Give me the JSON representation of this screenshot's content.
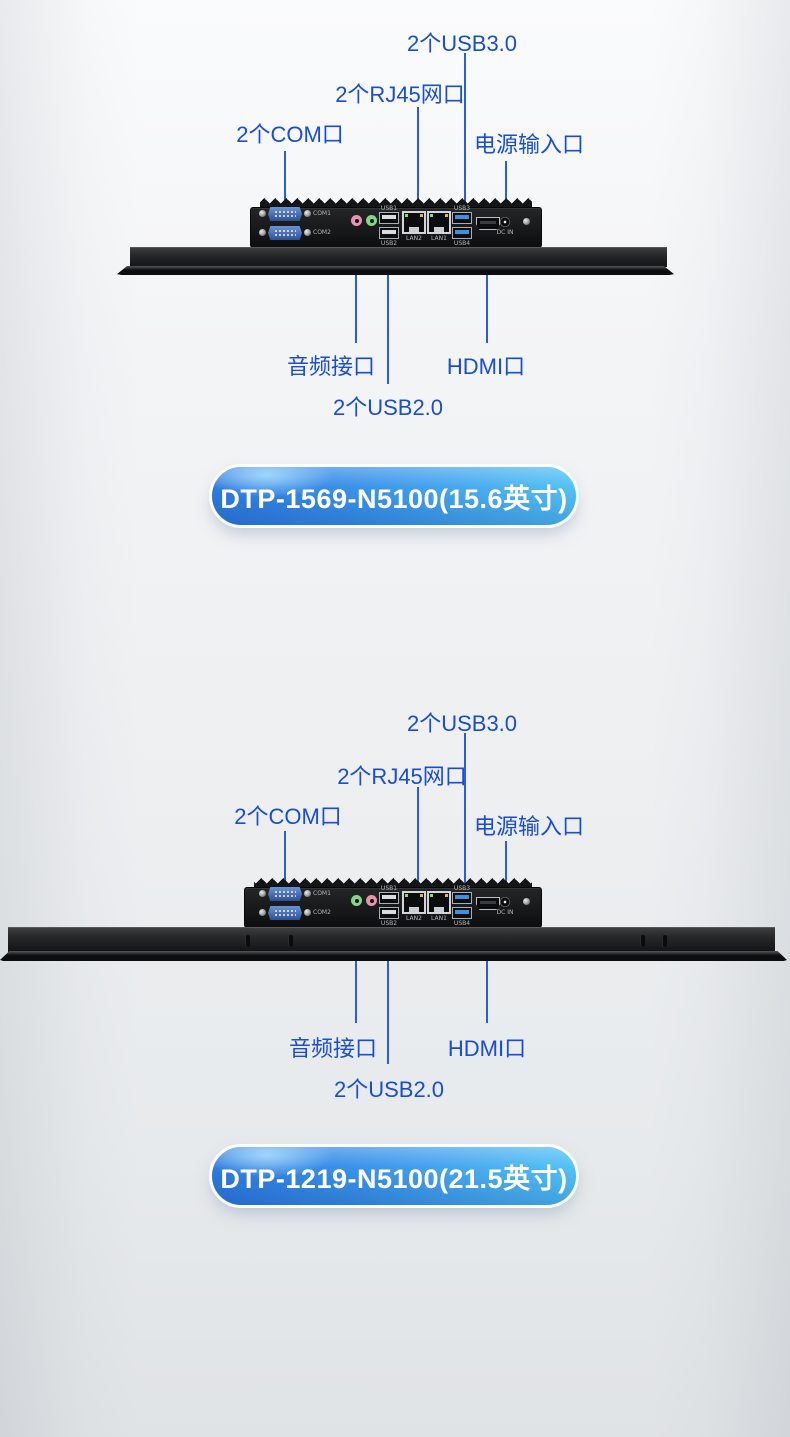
{
  "colors": {
    "annotation_text": "#1a4dd3",
    "leader_line": "#2b5ddb",
    "pill_gradient_left": "#2e7ade",
    "pill_gradient_right": "#55c4f6",
    "pill_text": "#ffffff",
    "chassis_black": "#0d0e0f",
    "usb3_tongue_blue": "#3e8fdd",
    "audio_jack_pink": "#e993ad",
    "audio_jack_green": "#84d489",
    "com_connector_blue": "#3f6fbe"
  },
  "devices": [
    {
      "model": "DTP-1569-N5100(15.6英寸)",
      "annotations": {
        "usb3": "2个USB3.0",
        "rj45": "2个RJ45网口",
        "com": "2个COM口",
        "power": "电源输入口",
        "audio": "音频接口",
        "usb2": "2个USB2.0",
        "hdmi": "HDMI口"
      },
      "port_labels": {
        "com1": "COM1",
        "com2": "COM2",
        "usb1": "USB1",
        "usb2": "USB2",
        "lan2": "LAN2",
        "lan1": "LAN1",
        "usb3": "USB3",
        "usb4": "USB4",
        "dcin": "DC IN"
      }
    },
    {
      "model": "DTP-1219-N5100(21.5英寸)",
      "annotations": {
        "usb3": "2个USB3.0",
        "rj45": "2个RJ45网口",
        "com": "2个COM口",
        "power": "电源输入口",
        "audio": "音频接口",
        "usb2": "2个USB2.0",
        "hdmi": "HDMI口"
      },
      "port_labels": {
        "com1": "COM1",
        "com2": "COM2",
        "usb1": "USB1",
        "usb2": "USB2",
        "lan2": "LAN2",
        "lan1": "LAN1",
        "usb3": "USB3",
        "usb4": "USB4",
        "dcin": "DC IN"
      }
    }
  ]
}
